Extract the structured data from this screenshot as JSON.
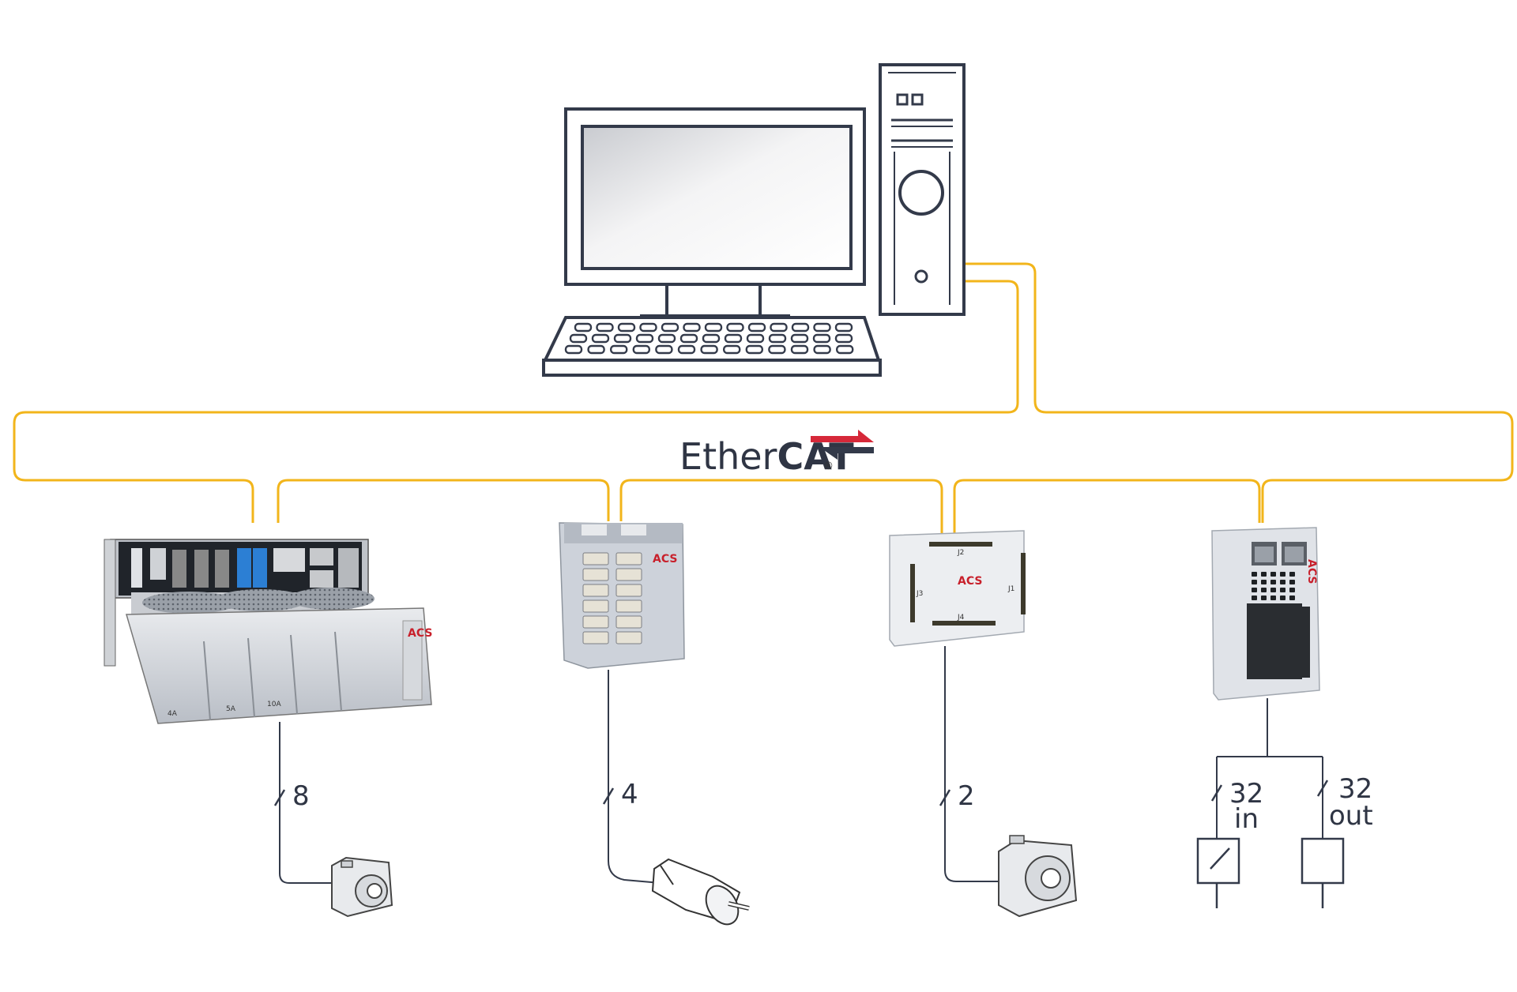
{
  "colors": {
    "bus": "#f2b51b",
    "line": "#333a4a",
    "accent": "#d62839",
    "device": "#d9dde3"
  },
  "ethercat": {
    "prefix": "Ether",
    "suffix": "CAT",
    "mark": "®"
  },
  "drives": [
    {
      "axes": "8",
      "logo": "ACS",
      "modules": [
        "4A",
        "5A",
        "10A"
      ]
    },
    {
      "axes": "4",
      "logo": "ACS"
    },
    {
      "axes": "2",
      "logo": "ACS",
      "ports": [
        "J2",
        "J3",
        "J1",
        "J4"
      ]
    },
    {
      "logo": "ACS",
      "io": [
        {
          "count": "32",
          "label": "in"
        },
        {
          "count": "32",
          "label": "out"
        }
      ]
    }
  ]
}
